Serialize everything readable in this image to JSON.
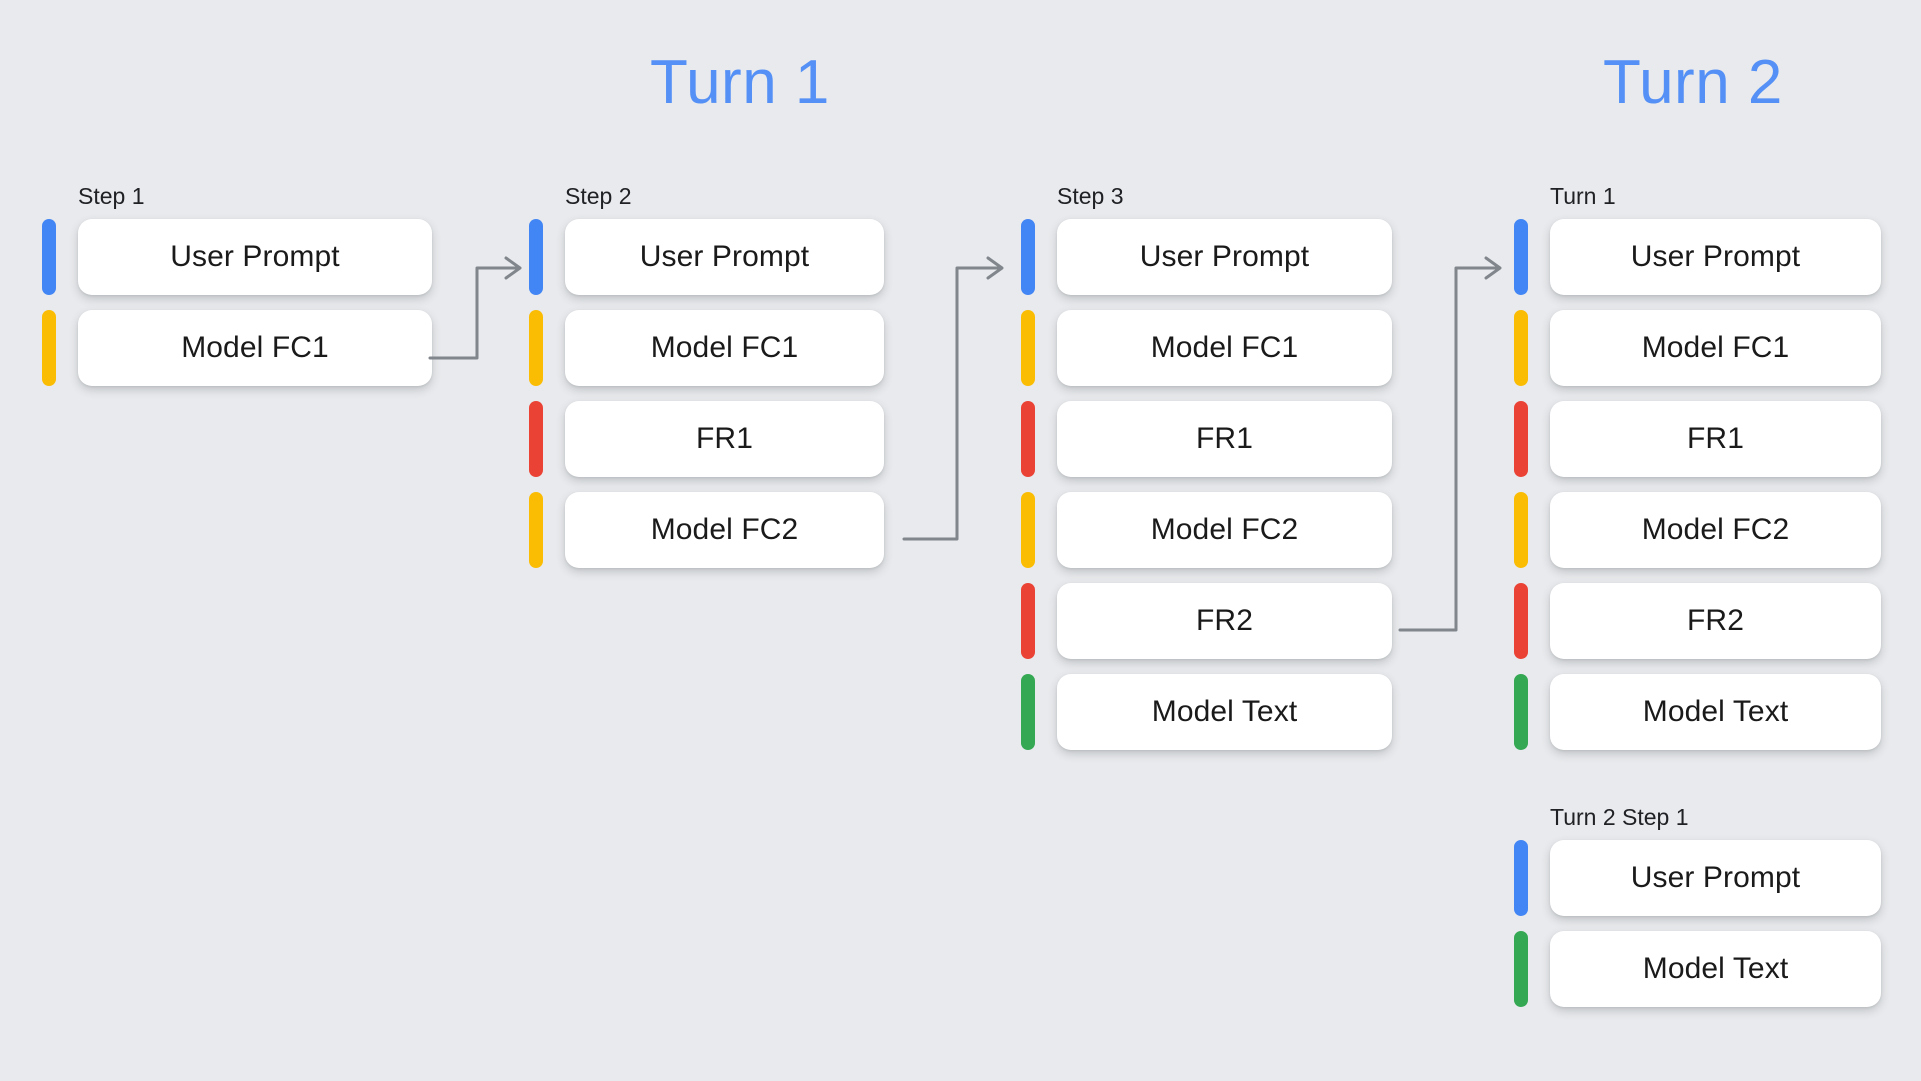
{
  "headings": [
    {
      "label": "Turn 1",
      "color": "#5490f5"
    },
    {
      "label": "Turn 2",
      "color": "#5490f5"
    }
  ],
  "legend_colors": {
    "user_prompt": "#4285f4",
    "model_function_call": "#fbbc04",
    "function_response": "#ea4335",
    "model_text": "#34a853",
    "connector": "#80868b",
    "background": "#e8eaed",
    "card": "#ffffff",
    "heading": "#5490f5",
    "label_text": "#202124",
    "card_text": "#1a1a1a"
  },
  "columns": [
    {
      "id": "turn1-step1",
      "label": "Step 1",
      "rows": [
        {
          "label": "User Prompt",
          "color": "#4285f4",
          "kind": "user-prompt"
        },
        {
          "label": "Model FC1",
          "color": "#fbbc04",
          "kind": "model-function-call"
        }
      ]
    },
    {
      "id": "turn1-step2",
      "label": "Step 2",
      "rows": [
        {
          "label": "User Prompt",
          "color": "#4285f4",
          "kind": "user-prompt"
        },
        {
          "label": "Model FC1",
          "color": "#fbbc04",
          "kind": "model-function-call"
        },
        {
          "label": "FR1",
          "color": "#ea4335",
          "kind": "function-response"
        },
        {
          "label": "Model FC2",
          "color": "#fbbc04",
          "kind": "model-function-call"
        }
      ]
    },
    {
      "id": "turn1-step3",
      "label": "Step 3",
      "rows": [
        {
          "label": "User Prompt",
          "color": "#4285f4",
          "kind": "user-prompt"
        },
        {
          "label": "Model FC1",
          "color": "#fbbc04",
          "kind": "model-function-call"
        },
        {
          "label": "FR1",
          "color": "#ea4335",
          "kind": "function-response"
        },
        {
          "label": "Model FC2",
          "color": "#fbbc04",
          "kind": "model-function-call"
        },
        {
          "label": "FR2",
          "color": "#ea4335",
          "kind": "function-response"
        },
        {
          "label": "Model Text",
          "color": "#34a853",
          "kind": "model-text"
        }
      ]
    },
    {
      "id": "turn2-turn1",
      "label": "Turn 1",
      "rows": [
        {
          "label": "User Prompt",
          "color": "#4285f4",
          "kind": "user-prompt"
        },
        {
          "label": "Model FC1",
          "color": "#fbbc04",
          "kind": "model-function-call"
        },
        {
          "label": "FR1",
          "color": "#ea4335",
          "kind": "function-response"
        },
        {
          "label": "Model FC2",
          "color": "#fbbc04",
          "kind": "model-function-call"
        },
        {
          "label": "FR2",
          "color": "#ea4335",
          "kind": "function-response"
        },
        {
          "label": "Model Text",
          "color": "#34a853",
          "kind": "model-text"
        }
      ]
    },
    {
      "id": "turn2-step1",
      "label": "Turn 2 Step 1",
      "rows": [
        {
          "label": "User Prompt",
          "color": "#4285f4",
          "kind": "user-prompt"
        },
        {
          "label": "Model Text",
          "color": "#34a853",
          "kind": "model-text"
        }
      ]
    }
  ],
  "connectors": [
    {
      "id": "step1-to-step2",
      "from": "Model FC1",
      "to": "User Prompt"
    },
    {
      "id": "step2-to-step3",
      "from": "Model FC2",
      "to": "User Prompt"
    },
    {
      "id": "step3-to-turn2",
      "from": "FR2",
      "to": "User Prompt"
    }
  ]
}
